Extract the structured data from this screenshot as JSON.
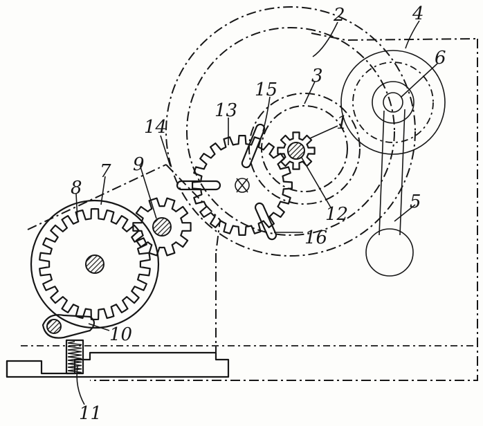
{
  "figure": {
    "labels": [
      {
        "id": "1",
        "text": "1"
      },
      {
        "id": "2",
        "text": "2"
      },
      {
        "id": "3",
        "text": "3"
      },
      {
        "id": "4",
        "text": "4"
      },
      {
        "id": "5",
        "text": "5"
      },
      {
        "id": "6",
        "text": "6"
      },
      {
        "id": "7",
        "text": "7"
      },
      {
        "id": "8",
        "text": "8"
      },
      {
        "id": "9",
        "text": "9"
      },
      {
        "id": "10",
        "text": "10"
      },
      {
        "id": "11",
        "text": "11"
      },
      {
        "id": "12",
        "text": "12"
      },
      {
        "id": "13",
        "text": "13"
      },
      {
        "id": "14",
        "text": "14"
      },
      {
        "id": "15",
        "text": "15"
      },
      {
        "id": "16",
        "text": "16"
      }
    ]
  }
}
